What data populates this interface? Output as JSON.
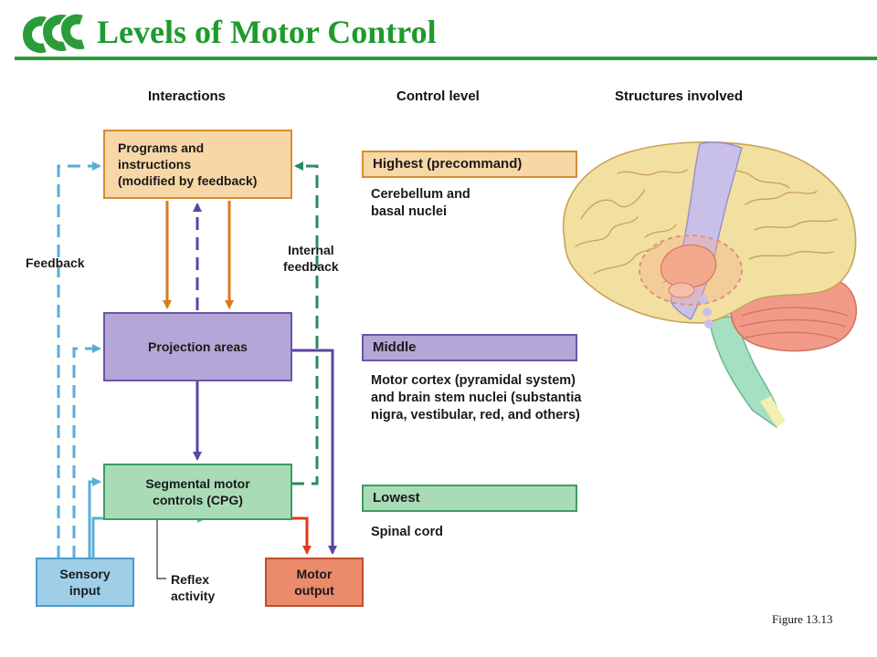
{
  "slide": {
    "title": "Levels of Motor Control",
    "figure_label": "Figure 13.13"
  },
  "columns": {
    "interactions": "Interactions",
    "control_level": "Control level",
    "structures": "Structures involved"
  },
  "boxes": {
    "programs": "Programs and\ninstructions\n(modified by feedback)",
    "projection": "Projection areas",
    "segmental": "Segmental motor\ncontrols (CPG)",
    "sensory": "Sensory\ninput",
    "motor": "Motor\noutput"
  },
  "labels": {
    "feedback": "Feedback",
    "internal_feedback": "Internal\nfeedback",
    "reflex": "Reflex\nactivity"
  },
  "levels": [
    {
      "name": "Highest (precommand)",
      "structures": "Cerebellum and\nbasal nuclei"
    },
    {
      "name": "Middle",
      "structures": "Motor cortex (pyramidal system)\nand brain stem nuclei (substantia\nnigra, vestibular, red, and others)"
    },
    {
      "name": "Lowest",
      "structures": "Spinal cord"
    }
  ],
  "colors": {
    "title_green": "#1f9a2c",
    "orange_box": "#f8d7a6",
    "purple_box": "#b4a7d8",
    "green_box": "#a9dcb6",
    "blue_box": "#9fcfe8",
    "red_box": "#ec8a6c",
    "arrow_orange": "#d97a1e",
    "arrow_purple": "#5c43a6",
    "arrow_blue": "#5aaed6",
    "arrow_teal": "#2b8a5e",
    "arrow_red": "#e03a1a"
  }
}
